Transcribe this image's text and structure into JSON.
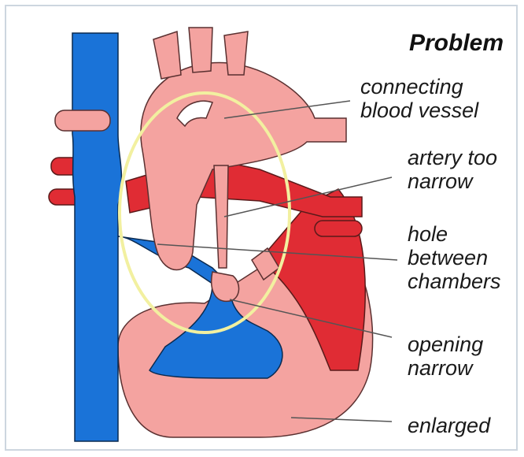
{
  "title": "Problem",
  "labels": {
    "connecting_vessel": [
      "connecting",
      "blood vessel"
    ],
    "artery_narrow": [
      "artery too",
      "narrow"
    ],
    "hole": [
      "hole",
      "between",
      "chambers"
    ],
    "opening": [
      "opening",
      "narrow"
    ],
    "enlarged": "enlarged"
  },
  "colors": {
    "vein_blue": "#1a73d8",
    "artery_pink": "#f4a3a0",
    "chamber_red": "#e02c34",
    "highlight_ring": "#f2f0a0",
    "leader_line": "#555555"
  }
}
